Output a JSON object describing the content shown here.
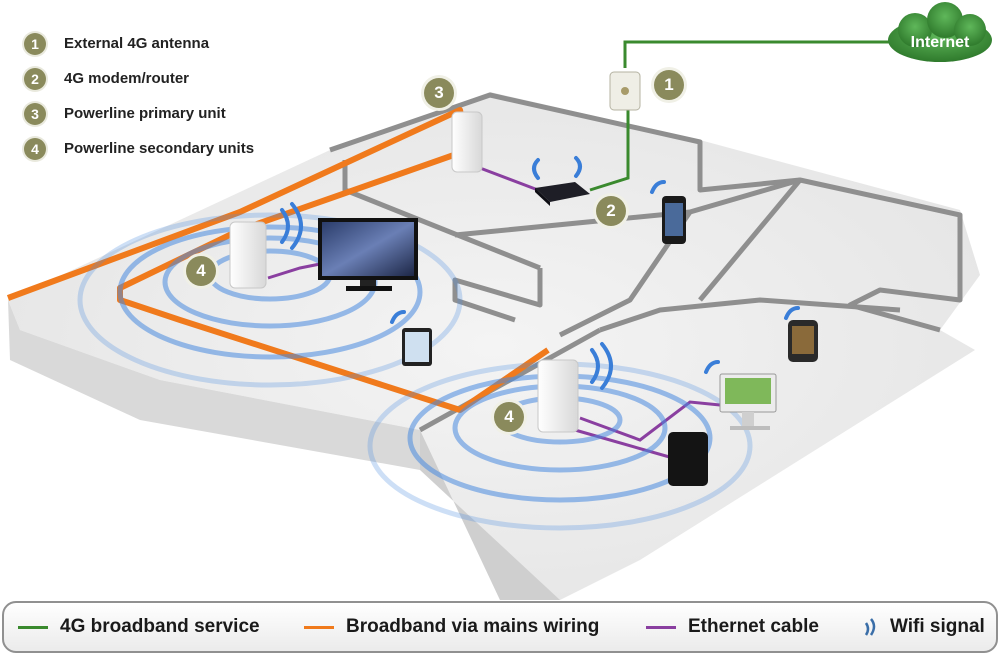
{
  "legend": {
    "items": [
      {
        "num": "1",
        "label": "External 4G antenna"
      },
      {
        "num": "2",
        "label": "4G modem/router"
      },
      {
        "num": "3",
        "label": "Powerline primary unit"
      },
      {
        "num": "4",
        "label": "Powerline secondary units"
      }
    ]
  },
  "cloud": {
    "label": "Internet"
  },
  "badges": {
    "antenna": "1",
    "router": "2",
    "primary": "3",
    "secondary_left": "4",
    "secondary_right": "4"
  },
  "footer": {
    "items": [
      {
        "label": "4G broadband service",
        "color": "#3a8a2e"
      },
      {
        "label": "Broadband via mains wiring",
        "color": "#f07a1c"
      },
      {
        "label": "Ethernet cable",
        "color": "#8a3fa0"
      },
      {
        "label": "Wifi signal",
        "color": "#3a6ea8"
      }
    ]
  },
  "colors": {
    "wifi": "#3a7ed8",
    "wall": "#8f8f8f"
  }
}
